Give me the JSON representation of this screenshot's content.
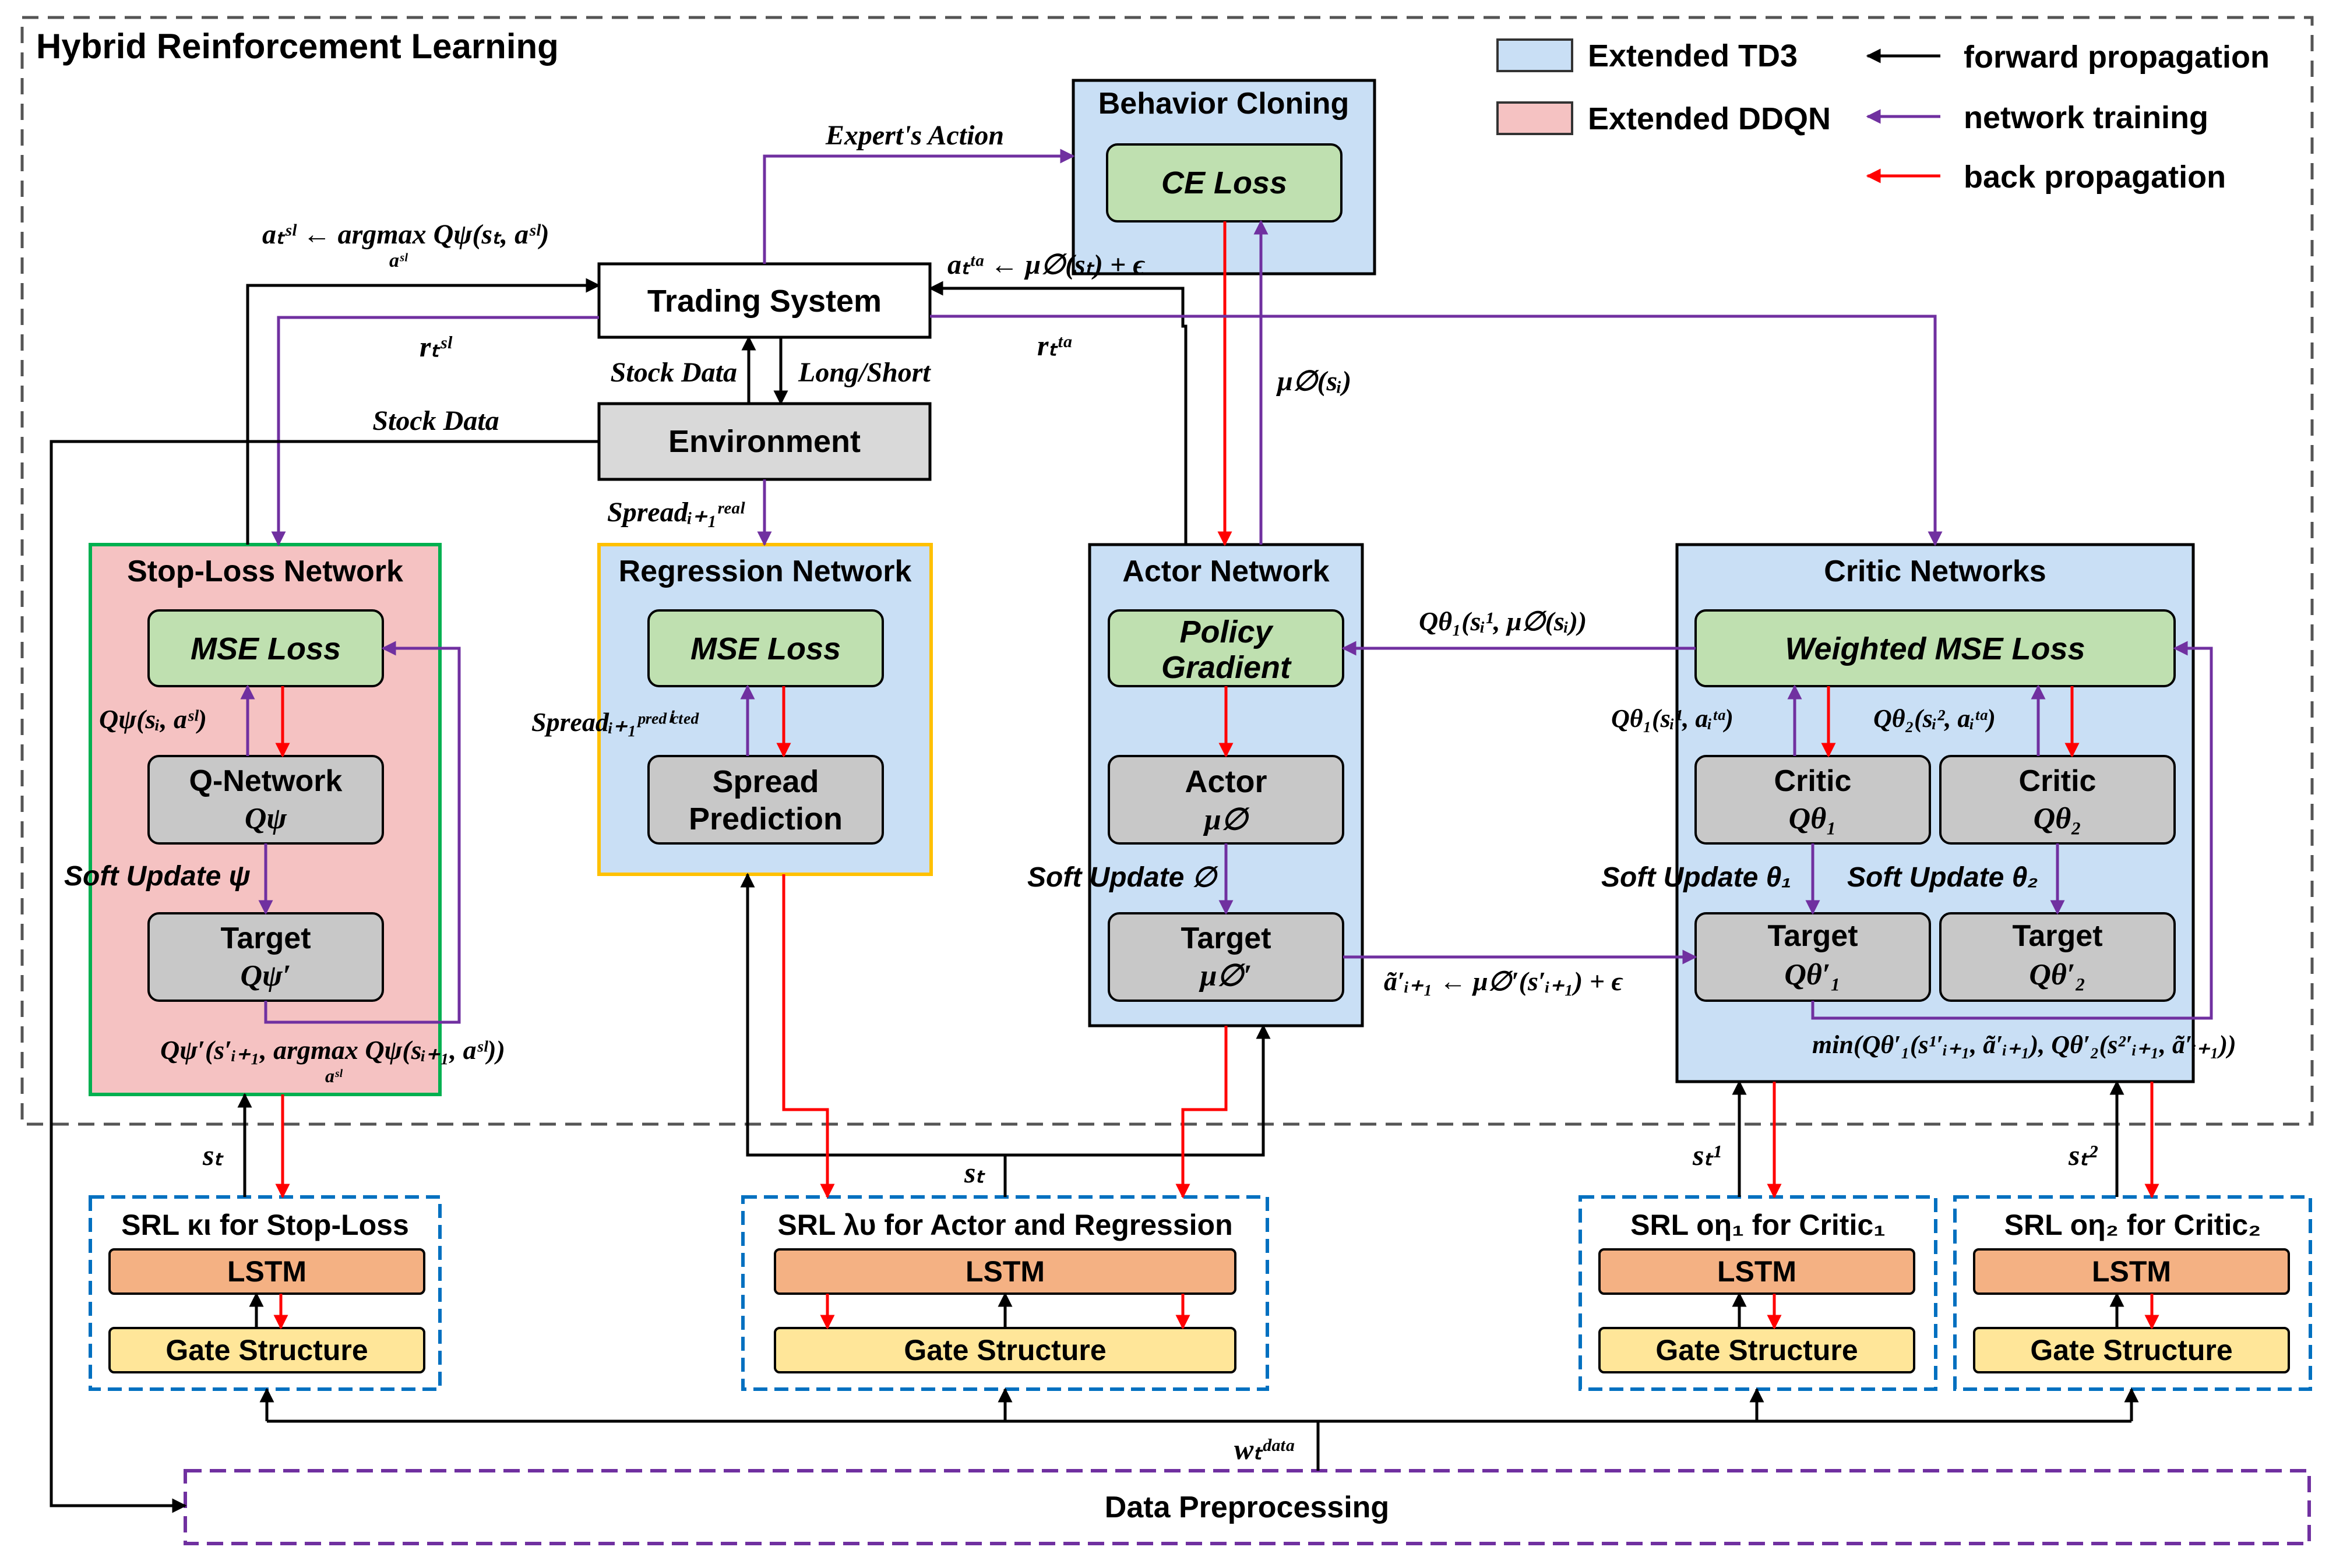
{
  "title": "Hybrid Reinforcement Learning",
  "legend": {
    "td3": "Extended TD3",
    "ddqn": "Extended DDQN",
    "forward": "forward propagation",
    "training": "network training",
    "back": "back propagation"
  },
  "colors": {
    "td3_fill": "#c9dff5",
    "ddqn_fill": "#f5c2c2",
    "loss_fill": "#bfe0b0",
    "net_fill": "#c8c8c8",
    "lstm_fill": "#f4b183",
    "gate_fill": "#ffe699",
    "forward": "#000000",
    "training": "#7030a0",
    "back": "#ff0000",
    "green_border": "#00b050",
    "yellow_border": "#ffc000",
    "blue_dash": "#0070c0",
    "purple_dash": "#7030a0"
  },
  "nodes": {
    "behavior_cloning": "Behavior Cloning",
    "ce_loss": "CE Loss",
    "trading_system": "Trading System",
    "environment": "Environment",
    "stop_loss_network": "Stop-Loss Network",
    "sl_mse_loss": "MSE Loss",
    "q_network": "Q-Network",
    "q_network_sym": "Qψ",
    "sl_target": "Target",
    "sl_target_sym": "Qψ′",
    "regression_network": "Regression Network",
    "reg_mse_loss": "MSE Loss",
    "spread_prediction_1": "Spread",
    "spread_prediction_2": "Prediction",
    "actor_network": "Actor Network",
    "policy_gradient_1": "Policy",
    "policy_gradient_2": "Gradient",
    "actor": "Actor",
    "actor_sym": "μ∅",
    "actor_target": "Target",
    "actor_target_sym": "μ∅′",
    "critic_networks": "Critic Networks",
    "weighted_mse_loss": "Weighted MSE Loss",
    "critic1": "Critic",
    "critic1_sym": "Qθ₁",
    "critic2": "Critic",
    "critic2_sym": "Qθ₂",
    "critic_target1": "Target",
    "critic_target1_sym": "Qθ′₁",
    "critic_target2": "Target",
    "critic_target2_sym": "Qθ′₂",
    "srl_stop_loss": "SRL κι for Stop-Loss",
    "srl_actor_reg": "SRL λυ for Actor and Regression",
    "srl_critic1": "SRL οη₁ for Critic₁",
    "srl_critic2": "SRL οη₂ for Critic₂",
    "lstm": "LSTM",
    "gate_structure": "Gate Structure",
    "data_preprocessing": "Data Preprocessing"
  },
  "labels": {
    "experts_action": "Expert's Action",
    "a_sl": "aₜˢˡ ← argmax Qψ(sₜ, aˢˡ)",
    "a_sl_sub": "aˢˡ",
    "a_ta": "aₜᵗᵃ ← μ∅(sₜ) + ϵ",
    "r_sl": "rₜˢˡ",
    "r_ta": "rₜᵗᵃ",
    "stock_data_1": "Stock Data",
    "long_short": "Long/Short",
    "stock_data_2": "Stock Data",
    "mu_si": "μ∅(sᵢ)",
    "spread_real": "Spreadᵢ₊₁ʳᵉᵃˡ",
    "spread_predicted": "Spreadᵢ₊₁ᵖʳᵉᵈⁱᶜᵗᵉᵈ",
    "q_psi": "Qψ(sᵢ, aˢˡ)",
    "soft_update_psi": "Soft Update ψ",
    "q_psi_target": "Qψ′(s′ᵢ₊₁, argmax Qψ(sᵢ₊₁, aˢˡ))",
    "q_psi_target_sub": "aˢˡ",
    "q_theta1_policy": "Qθ₁(sᵢ¹, μ∅(sᵢ))",
    "soft_update_phi": "Soft Update ∅",
    "a_tilde": "ã′ᵢ₊₁ ← μ∅′(s′ᵢ₊₁) + ϵ",
    "q_theta1": "Qθ₁(sᵢ¹, aᵢᵗᵃ)",
    "q_theta2": "Qθ₂(sᵢ², aᵢᵗᵃ)",
    "soft_update_theta1": "Soft Update θ₁",
    "soft_update_theta2": "Soft Update θ₂",
    "min_q": "min(Qθ′₁(s¹′ᵢ₊₁, ã′ᵢ₊₁), Qθ′₂(s²′ᵢ₊₁, ã′ᵢ₊₁))",
    "s_t_sl": "sₜ",
    "s_t_reg": "sₜ",
    "s_t_1": "sₜ¹",
    "s_t_2": "sₜ²",
    "w_data": "wₜᵈᵃᵗᵃ"
  }
}
